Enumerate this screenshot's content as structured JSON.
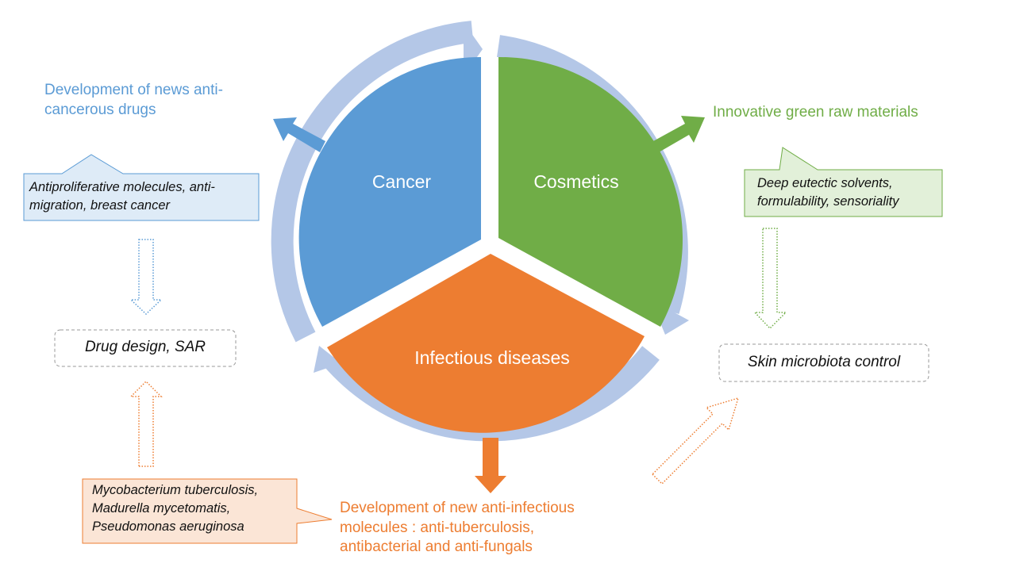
{
  "segments": {
    "cancer": "Cancer",
    "cosmetics": "Cosmetics",
    "infectious": "Infectious diseases"
  },
  "cancer_branch": {
    "title": "Development of news anti-cancerous drugs",
    "title_line1": "Development of news anti-",
    "title_line2": "cancerous drugs",
    "callout_line1": "Antiproliferative molecules, anti-",
    "callout_line2": "migration, breast cancer"
  },
  "cosmetics_branch": {
    "title": "Innovative green raw materials",
    "callout_line1": "Deep eutectic solvents,",
    "callout_line2": "formulability, sensoriality"
  },
  "infectious_branch": {
    "title_line1": "Development of new anti-infectious",
    "title_line2": "molecules : anti-tuberculosis,",
    "title_line3": "antibacterial and anti-fungals",
    "callout_line1": "Mycobacterium tuberculosis,",
    "callout_line2": "Madurella mycetomatis,",
    "callout_line3": "Pseudomonas aeruginosa"
  },
  "outcome_boxes": {
    "drug_design": "Drug design, SAR",
    "skin_microbiota": "Skin microbiota control"
  },
  "colors": {
    "blue": "#5b9bd5",
    "green": "#70ad47",
    "orange": "#ed7d31",
    "ring": "#b4c7e7"
  }
}
